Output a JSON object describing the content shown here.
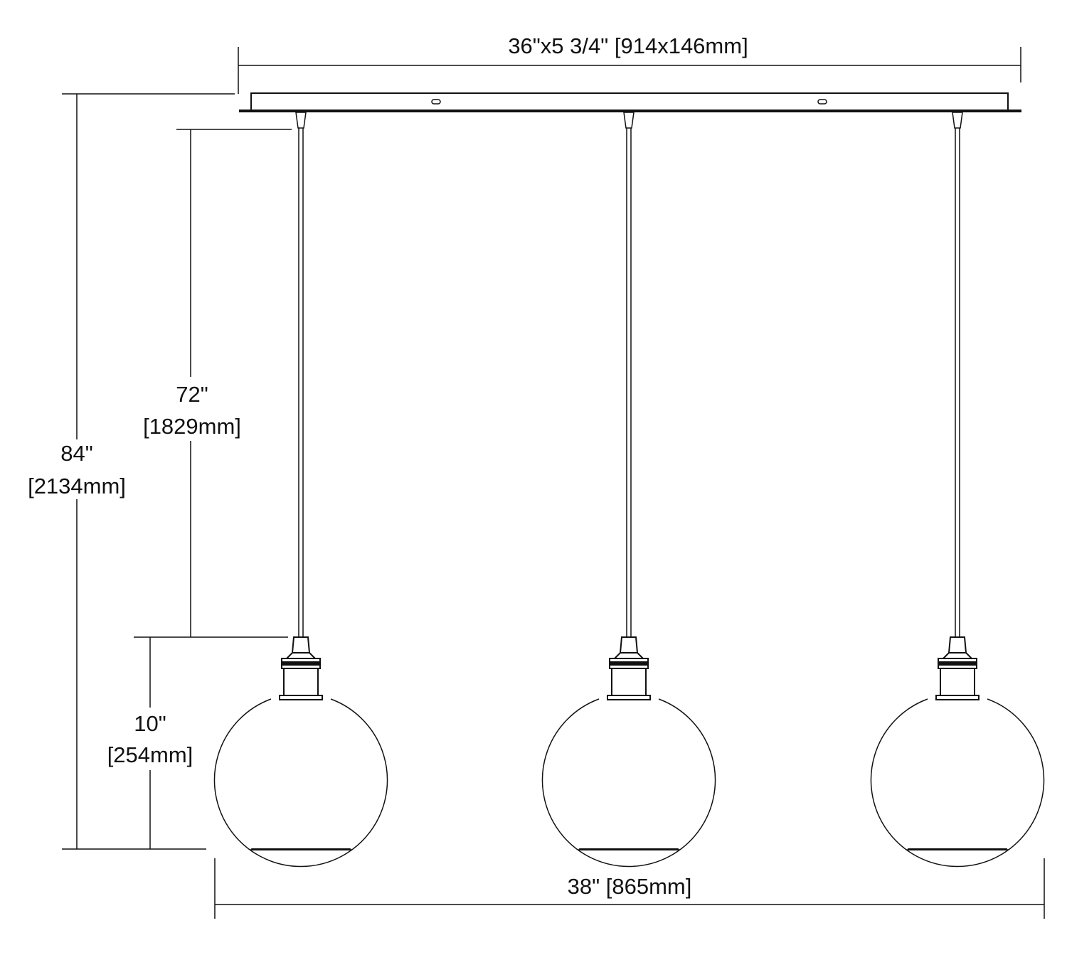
{
  "dimensions": {
    "canopy": "36\"x5 3/4\" [914x146mm]",
    "overall_height_in": "84\"",
    "overall_height_mm": "[2134mm]",
    "cord_length_in": "72\"",
    "cord_length_mm": "[1829mm]",
    "shade_height_in": "10\"",
    "shade_height_mm": "[254mm]",
    "overall_width": "38\" [865mm]"
  }
}
